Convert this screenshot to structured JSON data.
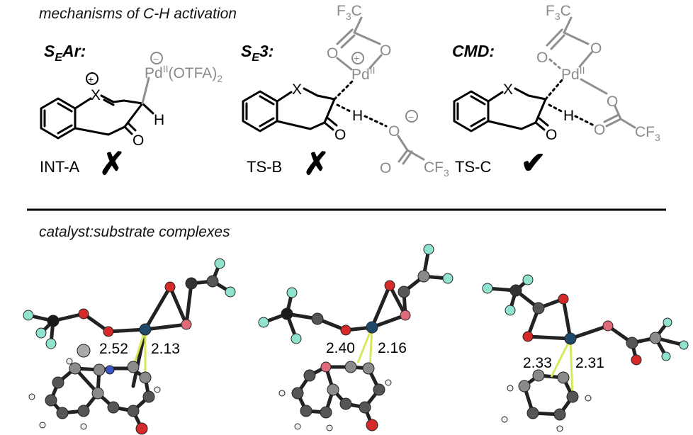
{
  "top": {
    "section_title": "mechanisms of C-H activation",
    "mechanisms": [
      {
        "title_main": "S",
        "title_sub": "E",
        "title_tail": "Ar:",
        "label": "INT-A",
        "verdict": "✗"
      },
      {
        "title_main": "S",
        "title_sub": "E",
        "title_tail": "3:",
        "label": "TS-B",
        "verdict": "✗"
      },
      {
        "title_main": "",
        "title_sub": "",
        "title_tail": "CMD:",
        "label": "TS-C",
        "verdict": "✔"
      }
    ],
    "atoms": {
      "x": "X",
      "o": "O",
      "h": "H",
      "pd": "Pd",
      "pd_ox": "II",
      "otfa": "(OTFA)",
      "otfa_sub": "2",
      "cf3_a": "F",
      "cf3_b": "3",
      "cf3_c": "C",
      "cf": "CF",
      "plus": "+",
      "minus": "−"
    }
  },
  "bottom": {
    "section_title": "catalyst:substrate complexes",
    "complexes": [
      {
        "d1": "2.52",
        "d2": "2.13"
      },
      {
        "d1": "2.40",
        "d2": "2.16"
      },
      {
        "d1": "2.33",
        "d2": "2.31"
      }
    ]
  },
  "colors": {
    "black_atom": "#1a1a1a",
    "carbon": "#8a8a8a",
    "oxygen": "#d42a2a",
    "oxygen_pink": "#e06a7a",
    "fluorine": "#8fe3cf",
    "hydrogen": "#f0f0f0",
    "nitrogen": "#3a55c4",
    "palladium": "#1f4a6a",
    "interaction": "#d8e85a"
  }
}
